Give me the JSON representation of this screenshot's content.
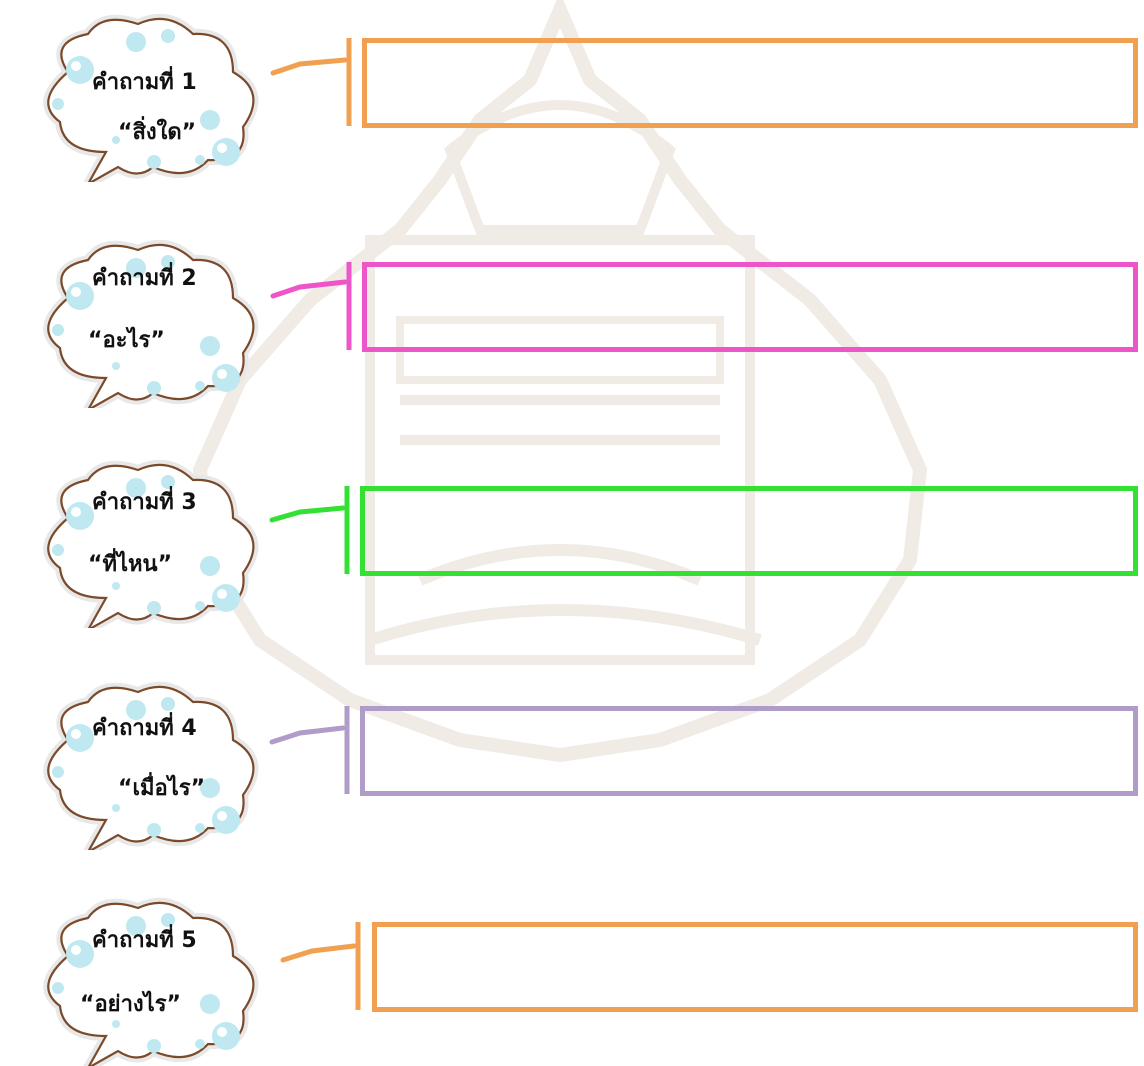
{
  "questions": [
    {
      "label": "คำถามที่  1",
      "word": "“สิ่งใด”",
      "color": "#F0A050"
    },
    {
      "label": "คำถามที่  2",
      "word": "“อะไร”",
      "color": "#EE55C8"
    },
    {
      "label": "คำถามที่  3",
      "word": "“ที่ไหน”",
      "color": "#33E033"
    },
    {
      "label": "คำถามที่  4",
      "word": "“เมื่อไร”",
      "color": "#B09CC8"
    },
    {
      "label": "คำถามที่  5",
      "word": "“อย่างไร”",
      "color": "#F0A050"
    }
  ]
}
